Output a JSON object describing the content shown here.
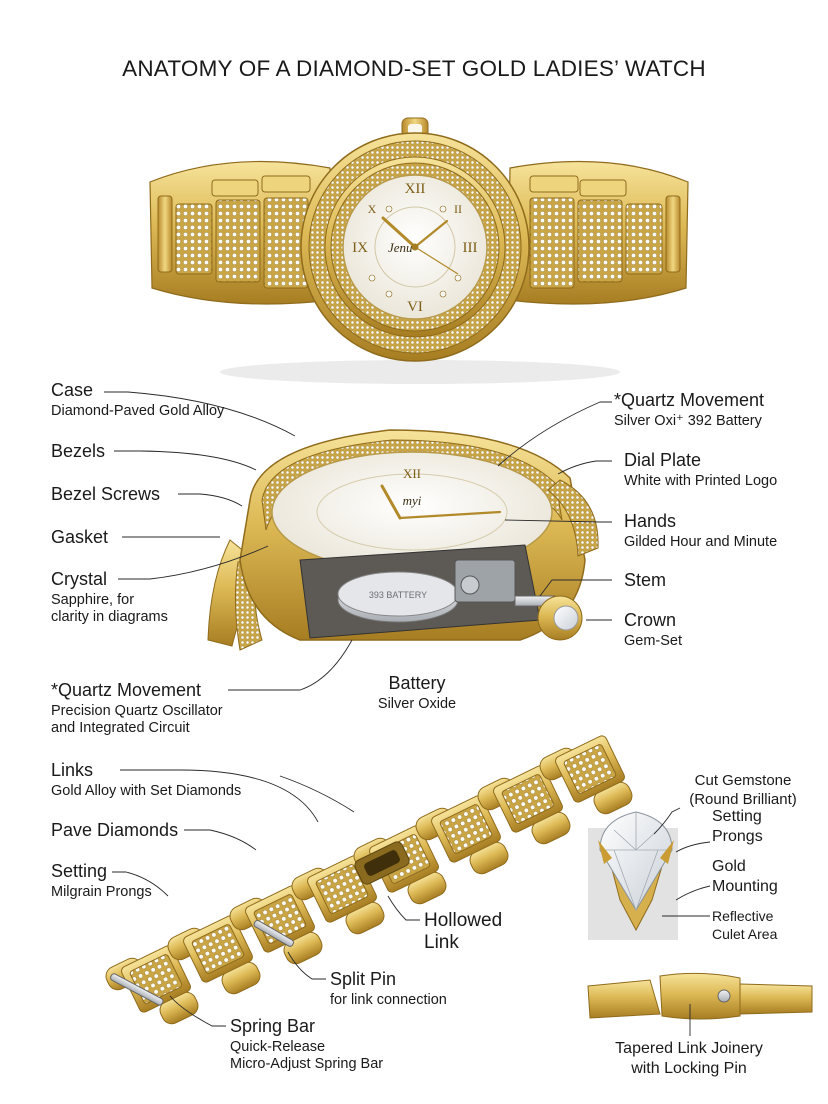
{
  "title": "ANATOMY OF A DIAMOND-SET GOLD LADIES’ WATCH",
  "dial": {
    "numerals": [
      "XII",
      "III",
      "VI",
      "IX",
      "X",
      "II"
    ],
    "logo": "Jenu"
  },
  "exploded": {
    "battery_print": "393 BATTERY",
    "logo": "myi"
  },
  "colors": {
    "gold": "#D8B34E",
    "gold_dark": "#A97F22",
    "gold_light": "#F3DC8C",
    "dial": "#F6F3EA",
    "silver": "#C9CDD2"
  },
  "labels": {
    "case": {
      "head": "Case",
      "sub": "Diamond-Paved Gold Alloy"
    },
    "bezels": {
      "head": "Bezels"
    },
    "bezel_screws": {
      "head": "Bezel Screws"
    },
    "gasket": {
      "head": "Gasket"
    },
    "crystal": {
      "head": "Crystal",
      "sub1": "Sapphire, for",
      "sub2": "clarity in diagrams"
    },
    "quartz_top": {
      "head": "*Quartz Movement",
      "sub": "Silver Oxi⁺ 392 Battery"
    },
    "dial_plate": {
      "head": "Dial Plate",
      "sub": "White with Printed Logo"
    },
    "hands": {
      "head": "Hands",
      "sub": "Gilded Hour and Minute"
    },
    "stem": {
      "head": "Stem"
    },
    "crown": {
      "head": "Crown",
      "sub": "Gem-Set"
    },
    "quartz_left": {
      "head": "*Quartz Movement",
      "sub1": "Precision Quartz Oscillator",
      "sub2": "and Integrated Circuit"
    },
    "battery": {
      "head": "Battery",
      "sub": "Silver Oxide"
    },
    "links": {
      "head": "Links",
      "sub": "Gold Alloy with Set Diamonds"
    },
    "pave": {
      "head": "Pave Diamonds"
    },
    "setting": {
      "head": "Setting",
      "sub": "Milgrain Prongs"
    },
    "hollowed": {
      "head1": "Hollowed",
      "head2": "Link"
    },
    "split_pin": {
      "head": "Split Pin",
      "sub": "for link connection"
    },
    "spring_bar": {
      "head": "Spring Bar",
      "sub1": "Quick-Release",
      "sub2": "Micro-Adjust Spring Bar"
    },
    "cut_gem": {
      "line1": "Cut Gemstone",
      "line2": "(Round Brilliant)"
    },
    "setting_prongs": {
      "line1": "Setting",
      "line2": "Prongs"
    },
    "gold_mounting": {
      "line1": "Gold",
      "line2": "Mounting"
    },
    "reflective": {
      "line1": "Reflective",
      "line2": "Culet Area"
    },
    "tapered": {
      "line1": "Tapered Link  Joinery",
      "line2": "with Locking Pin"
    }
  }
}
